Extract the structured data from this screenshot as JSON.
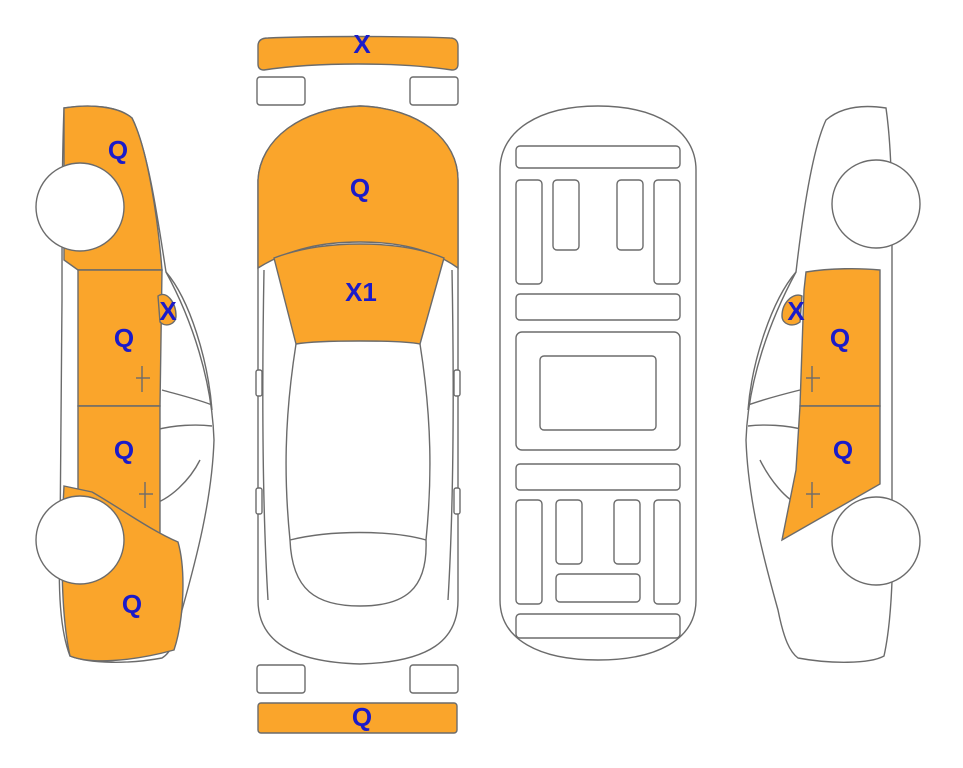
{
  "colors": {
    "damaged_fill": "#FAA52B",
    "mark_text": "#1B1BC9",
    "outline": "#6B6B6B"
  },
  "marks": {
    "front_bumper": "X",
    "hood": "Q",
    "windshield": "X1",
    "rear_bumper": "Q",
    "left_front_fender": "Q",
    "left_mirror": "X",
    "left_front_door": "Q",
    "left_rear_door": "Q",
    "left_rear_quarter": "Q",
    "right_mirror": "X",
    "right_front_door": "Q",
    "right_rear_door": "Q"
  }
}
